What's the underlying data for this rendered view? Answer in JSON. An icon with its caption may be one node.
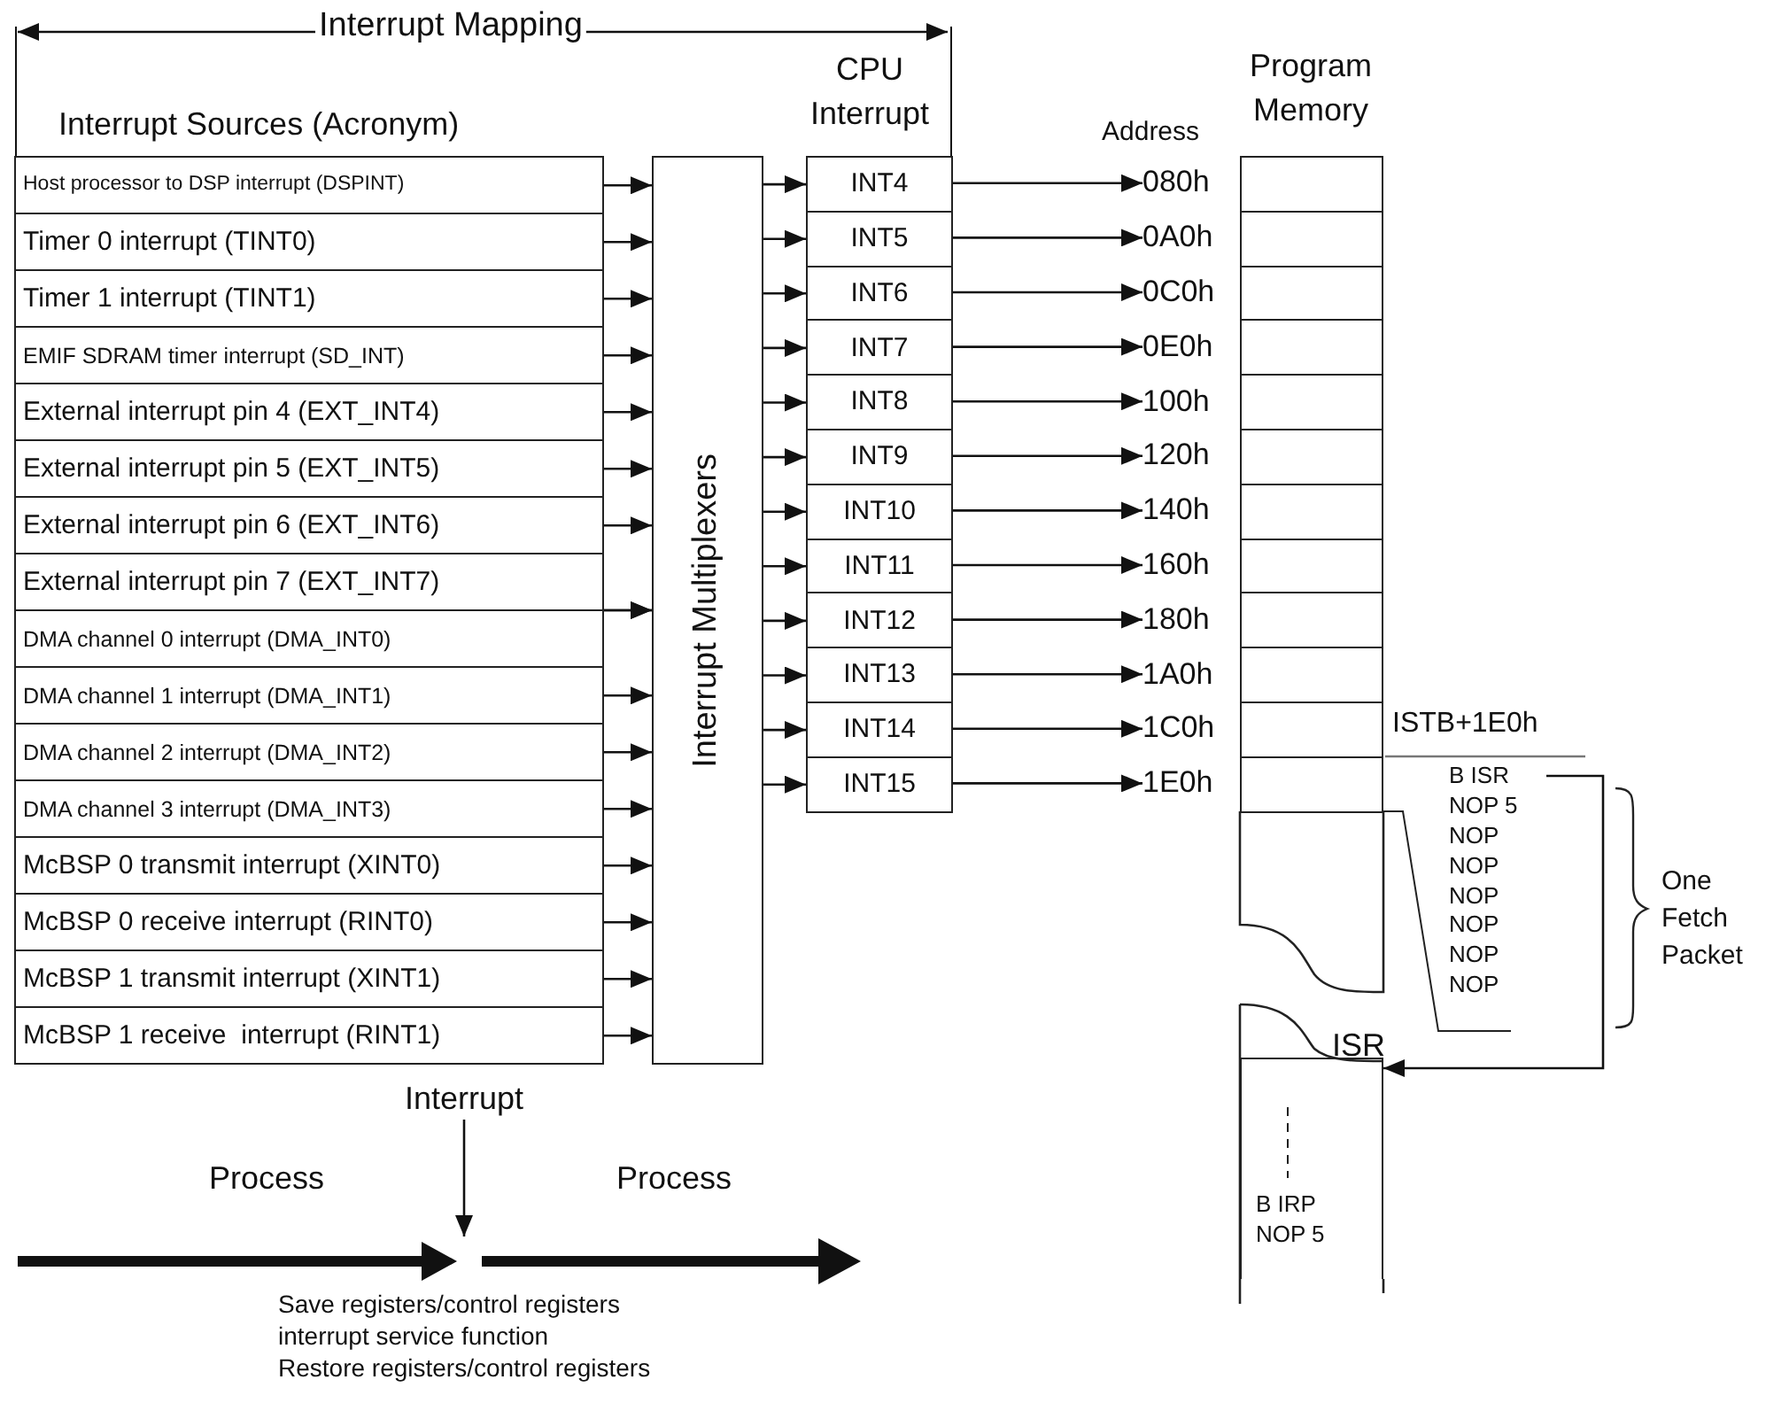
{
  "diagram": {
    "nodes": [
      {
        "text": [
          "Host processor to DSP interrupt (DSPINT)"
        ]
      },
      {
        "text": [
          "Timer 0 interrupt (TINT0)"
        ]
      },
      {
        "text": [
          "Timer 1 interrupt (TINT1)"
        ]
      },
      {
        "text": [
          "EMIF SDRAM timer interrupt (SD_INT)"
        ]
      },
      {
        "text": [
          "External interrupt pin 4 (EXT_INT4)"
        ]
      },
      {
        "text": [
          "External interrupt pin 5 (EXT_INT5)"
        ]
      },
      {
        "text": [
          "External interrupt pin 6 (EXT_INT6)"
        ]
      },
      {
        "text": [
          "External interrupt pin 7 (EXT_INT7)"
        ]
      },
      {
        "text": [
          "DMA channel 0 interrupt (DMA_INT0)"
        ]
      },
      {
        "text": [
          "DMA channel 1 interrupt (DMA_INT1)"
        ]
      },
      {
        "text": [
          "DMA channel 2 interrupt (DMA_INT2)"
        ]
      },
      {
        "text": [
          "DMA channel 3 interrupt (DMA_INT3)"
        ]
      },
      {
        "text": [
          "McBSP 0 transmit interrupt (XINT0)"
        ]
      },
      {
        "text": [
          "McBSP 0 receive interrupt (RINT0)"
        ]
      },
      {
        "text": [
          "McBSP 1 transmit interrupt (XINT1)"
        ]
      },
      {
        "text": [
          "McBSP 1 receive  interrupt (RINT1)"
        ]
      },
      {
        "text": [
          "Interrupt Multiplexers"
        ]
      },
      {
        "text": [
          "INT4"
        ]
      },
      {
        "text": [
          "INT5"
        ]
      },
      {
        "text": [
          "INT6"
        ]
      },
      {
        "text": [
          "INT7"
        ]
      },
      {
        "text": [
          "INT8"
        ]
      },
      {
        "text": [
          "INT9"
        ]
      },
      {
        "text": [
          "INT10"
        ]
      },
      {
        "text": [
          "INT11"
        ]
      },
      {
        "text": [
          "INT12"
        ]
      },
      {
        "text": [
          "INT13"
        ]
      },
      {
        "text": [
          "INT14"
        ]
      },
      {
        "text": [
          "INT15"
        ]
      },
      {
        "text": [
          "080h"
        ]
      },
      {
        "text": [
          "0A0h"
        ]
      },
      {
        "text": [
          "0C0h"
        ]
      },
      {
        "text": [
          "0E0h"
        ]
      },
      {
        "text": [
          "100h"
        ]
      },
      {
        "text": [
          "120h"
        ]
      },
      {
        "text": [
          "140h"
        ]
      },
      {
        "text": [
          "160h"
        ]
      },
      {
        "text": [
          "180h"
        ]
      },
      {
        "text": [
          "1A0h"
        ]
      },
      {
        "text": [
          "1C0h"
        ]
      },
      {
        "text": [
          "1E0h"
        ]
      },
      {
        "text": [],
        "shape": "box"
      },
      {
        "text": [],
        "shape": "box"
      },
      {
        "text": [],
        "shape": "box"
      },
      {
        "text": [],
        "shape": "box"
      },
      {
        "text": [],
        "shape": "box"
      },
      {
        "text": [],
        "shape": "box"
      },
      {
        "text": [],
        "shape": "box"
      },
      {
        "text": [],
        "shape": "box"
      },
      {
        "text": [],
        "shape": "box"
      },
      {
        "text": [],
        "shape": "box"
      },
      {
        "text": [],
        "shape": "box"
      },
      {
        "text": [],
        "shape": "box"
      },
      {
        "text": [
          "B ISR",
          "NOP 5",
          "NOP",
          "NOP",
          "NOP",
          "NOP",
          "NOP",
          "NOP"
        ]
      },
      {
        "text": [
          "B IRP",
          "NOP 5"
        ],
        "beside": [
          "ISR"
        ]
      },
      {
        "text": [
          "Interrupt"
        ]
      }
    ],
    "edges": [
      {
        "from": 0,
        "to": 16,
        "arrow": "to"
      },
      {
        "from": 1,
        "to": 16,
        "arrow": "to"
      },
      {
        "from": 2,
        "to": 16,
        "arrow": "to"
      },
      {
        "from": 3,
        "to": 16,
        "arrow": "to"
      },
      {
        "from": 4,
        "to": 16,
        "arrow": "to"
      },
      {
        "from": 5,
        "to": 16,
        "arrow": "to"
      },
      {
        "from": 6,
        "to": 16,
        "arrow": "to"
      },
      {
        "from": 7,
        "to": 16,
        "arrow": "to"
      },
      {
        "from": 8,
        "to": 16,
        "arrow": "to"
      },
      {
        "from": 9,
        "to": 16,
        "arrow": "to"
      },
      {
        "from": 10,
        "to": 16,
        "arrow": "to"
      },
      {
        "from": 11,
        "to": 16,
        "arrow": "to"
      },
      {
        "from": 12,
        "to": 16,
        "arrow": "to"
      },
      {
        "from": 13,
        "to": 16,
        "arrow": "to"
      },
      {
        "from": 14,
        "to": 16,
        "arrow": "to"
      },
      {
        "from": 15,
        "to": 16,
        "arrow": "to"
      },
      {
        "from": 16,
        "to": 17,
        "arrow": "to"
      },
      {
        "from": 16,
        "to": 18,
        "arrow": "to"
      },
      {
        "from": 16,
        "to": 19,
        "arrow": "to"
      },
      {
        "from": 16,
        "to": 20,
        "arrow": "to"
      },
      {
        "from": 16,
        "to": 21,
        "arrow": "to"
      },
      {
        "from": 16,
        "to": 22,
        "arrow": "to"
      },
      {
        "from": 16,
        "to": 23,
        "arrow": "to"
      },
      {
        "from": 16,
        "to": 24,
        "arrow": "to"
      },
      {
        "from": 16,
        "to": 25,
        "arrow": "to"
      },
      {
        "from": 16,
        "to": 26,
        "arrow": "to"
      },
      {
        "from": 16,
        "to": 27,
        "arrow": "to"
      },
      {
        "from": 16,
        "to": 28,
        "arrow": "to"
      },
      {
        "from": 17,
        "to": 29,
        "arrow": "to"
      },
      {
        "from": 18,
        "to": 30,
        "arrow": "to"
      },
      {
        "from": 19,
        "to": 31,
        "arrow": "to"
      },
      {
        "from": 20,
        "to": 32,
        "arrow": "to"
      },
      {
        "from": 21,
        "to": 33,
        "arrow": "to"
      },
      {
        "from": 22,
        "to": 34,
        "arrow": "to"
      },
      {
        "from": 23,
        "to": 35,
        "arrow": "to"
      },
      {
        "from": 24,
        "to": 36,
        "arrow": "to"
      },
      {
        "from": 25,
        "to": 37,
        "arrow": "to"
      },
      {
        "from": 26,
        "to": 38,
        "arrow": "to"
      },
      {
        "from": 27,
        "to": 39,
        "arrow": "to"
      },
      {
        "from": 28,
        "to": 40,
        "arrow": "to"
      },
      {
        "from": 53,
        "to": 54,
        "arrow": "to"
      },
      {
        "from": 55,
        "to": null,
        "arrow": "to"
      }
    ],
    "labels": [
      "Interrupt Mapping",
      "CPU Interrupt",
      "Program Memory",
      "Interrupt Sources (Acronym)",
      "Address",
      "ISTB+1E0h",
      "One Fetch Packet",
      "Process",
      "Process",
      "Save registers/control registers",
      "interrupt service function",
      "Restore registers/control registers"
    ]
  }
}
